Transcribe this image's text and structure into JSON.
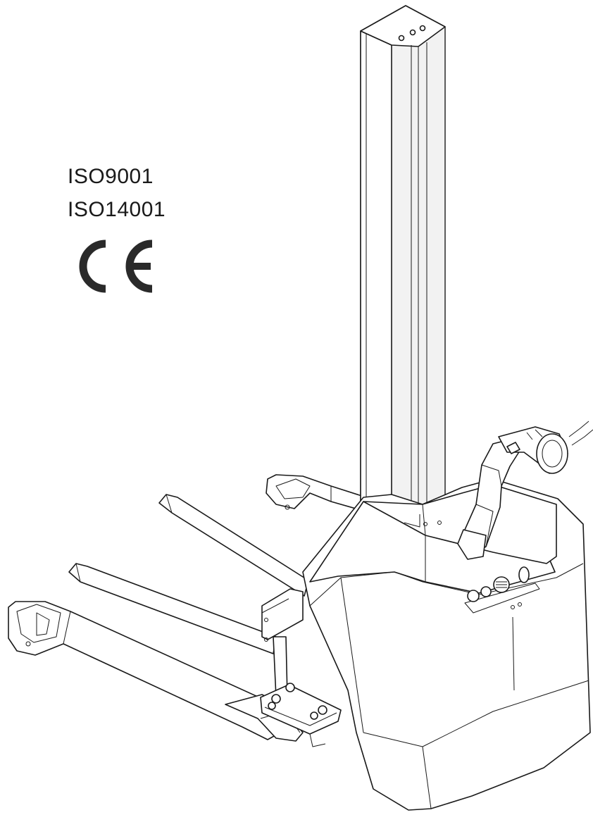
{
  "certifications": {
    "iso_9001": "ISO9001",
    "iso_14001": "ISO14001",
    "ce_mark": "CE"
  }
}
